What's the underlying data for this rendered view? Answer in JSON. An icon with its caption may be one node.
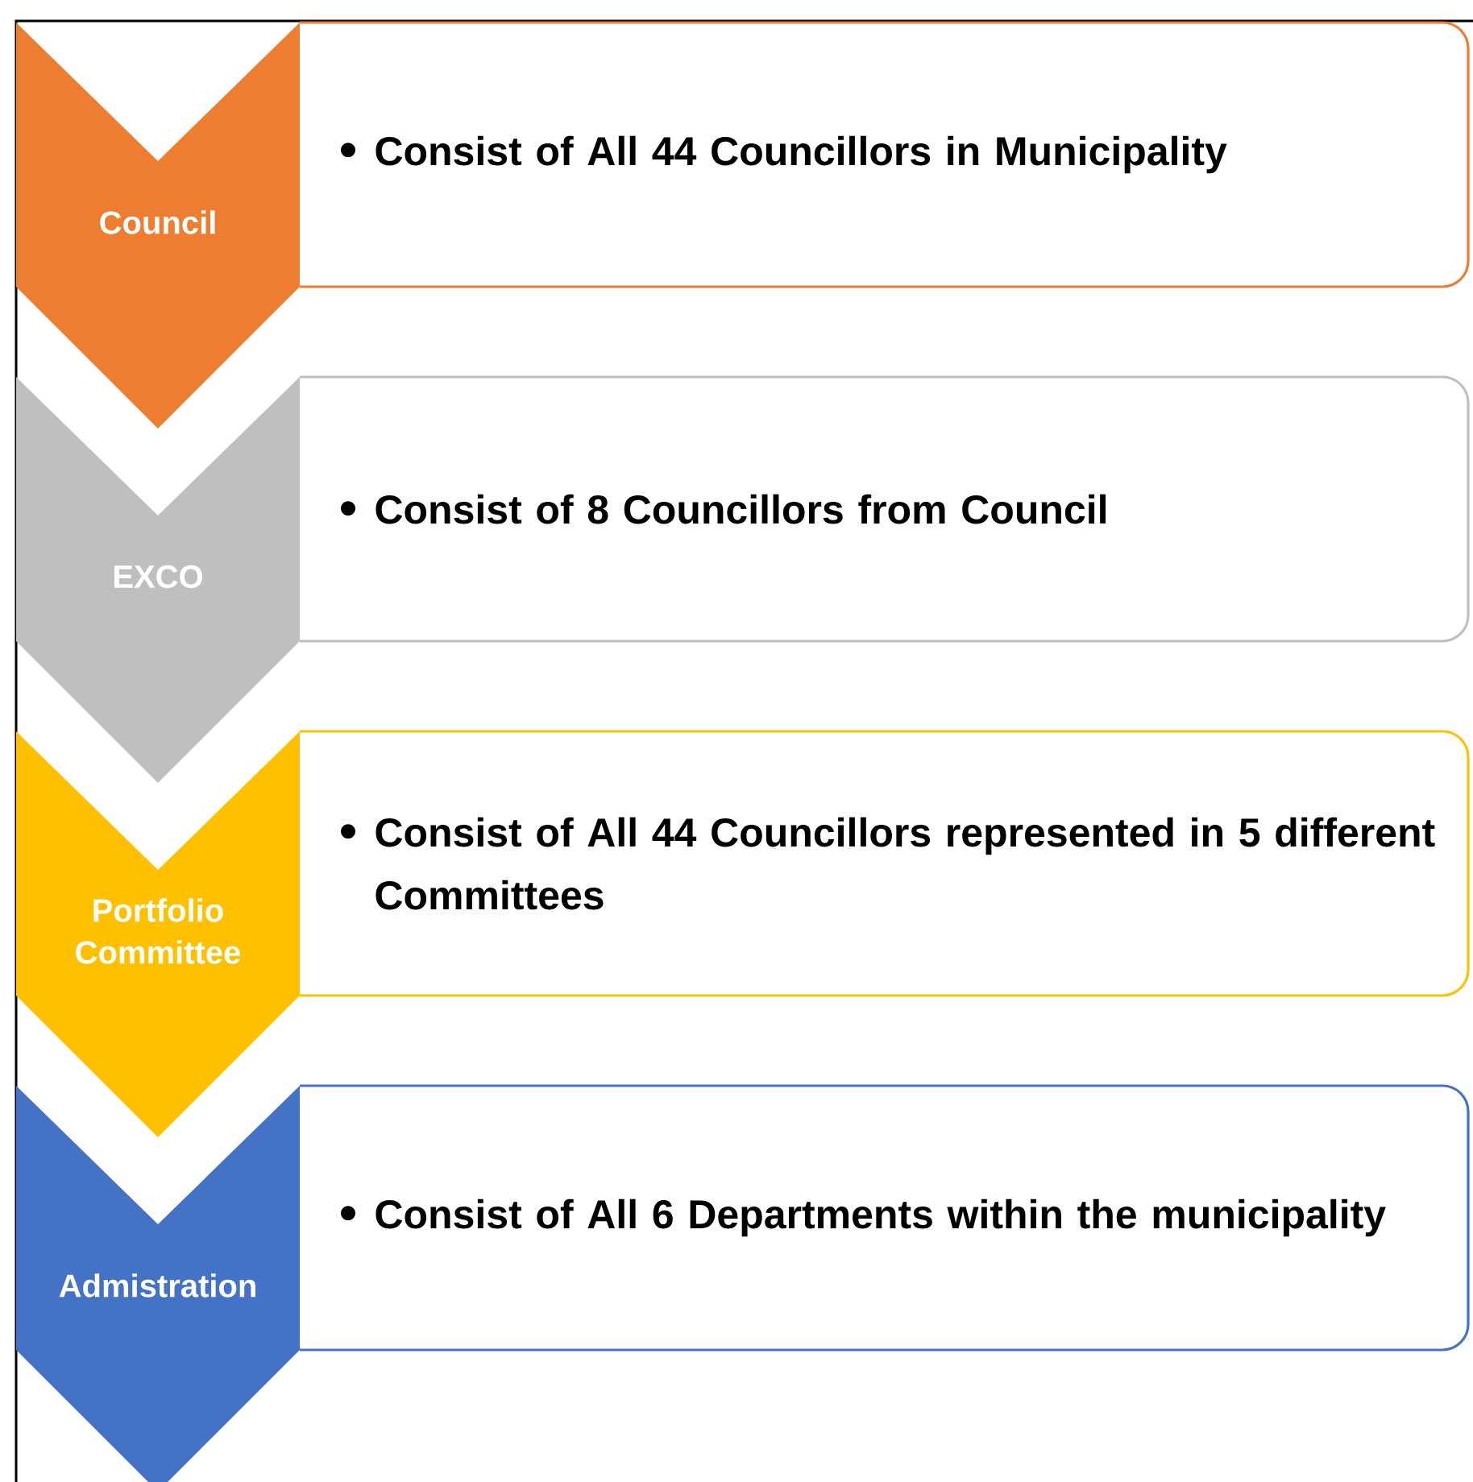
{
  "diagram": {
    "nodes": [
      {
        "text": [
          "Council"
        ]
      },
      {
        "text": [
          "Consist of All 44 Councillors in Municipality"
        ]
      },
      {
        "text": [
          "EXCO"
        ]
      },
      {
        "text": [
          "Consist of 8 Councillors from Council"
        ]
      },
      {
        "text": [
          "Portfolio Committee"
        ]
      },
      {
        "text": [
          "Consist of All 44 Councillors represented in 5 different Committees"
        ]
      },
      {
        "text": [
          "Admistration"
        ]
      },
      {
        "text": [
          "Consist of All 6 Departments within the municipality"
        ]
      }
    ]
  }
}
